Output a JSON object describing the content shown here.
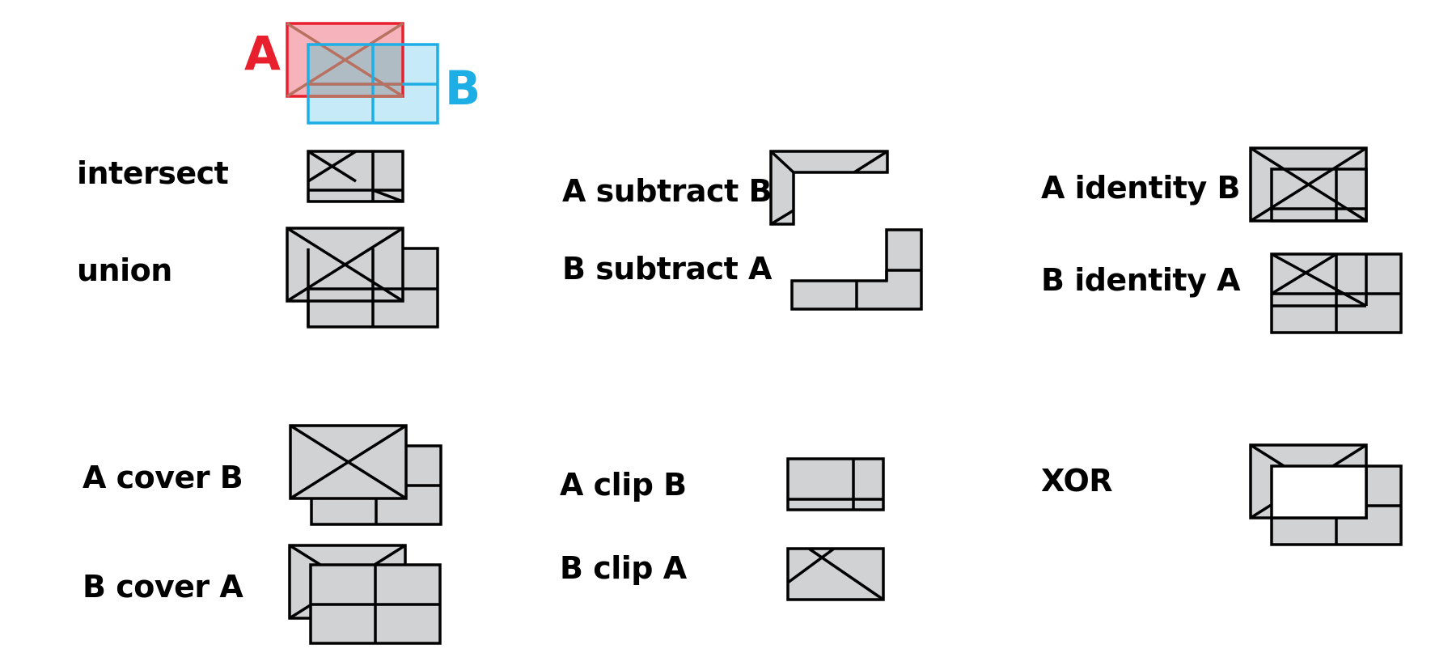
{
  "legend": {
    "a_letter": "A",
    "b_letter": "B",
    "a_color": "#e8202e",
    "b_color": "#1eaee6",
    "a_fill": "#f6b3bc",
    "b_fill": "#b3e3f6"
  },
  "shape_fill": "#d1d2d4",
  "operations": [
    {
      "id": "intersect",
      "label": "intersect"
    },
    {
      "id": "union",
      "label": "union"
    },
    {
      "id": "a-subtract-b",
      "label": "A subtract B"
    },
    {
      "id": "b-subtract-a",
      "label": "B subtract A"
    },
    {
      "id": "a-identity-b",
      "label": "A identity B"
    },
    {
      "id": "b-identity-a",
      "label": "B identity A"
    },
    {
      "id": "a-cover-b",
      "label": "A cover B"
    },
    {
      "id": "b-cover-a",
      "label": "B cover A"
    },
    {
      "id": "a-clip-b",
      "label": "A clip B"
    },
    {
      "id": "b-clip-a",
      "label": "B clip A"
    },
    {
      "id": "xor",
      "label": "XOR"
    }
  ]
}
